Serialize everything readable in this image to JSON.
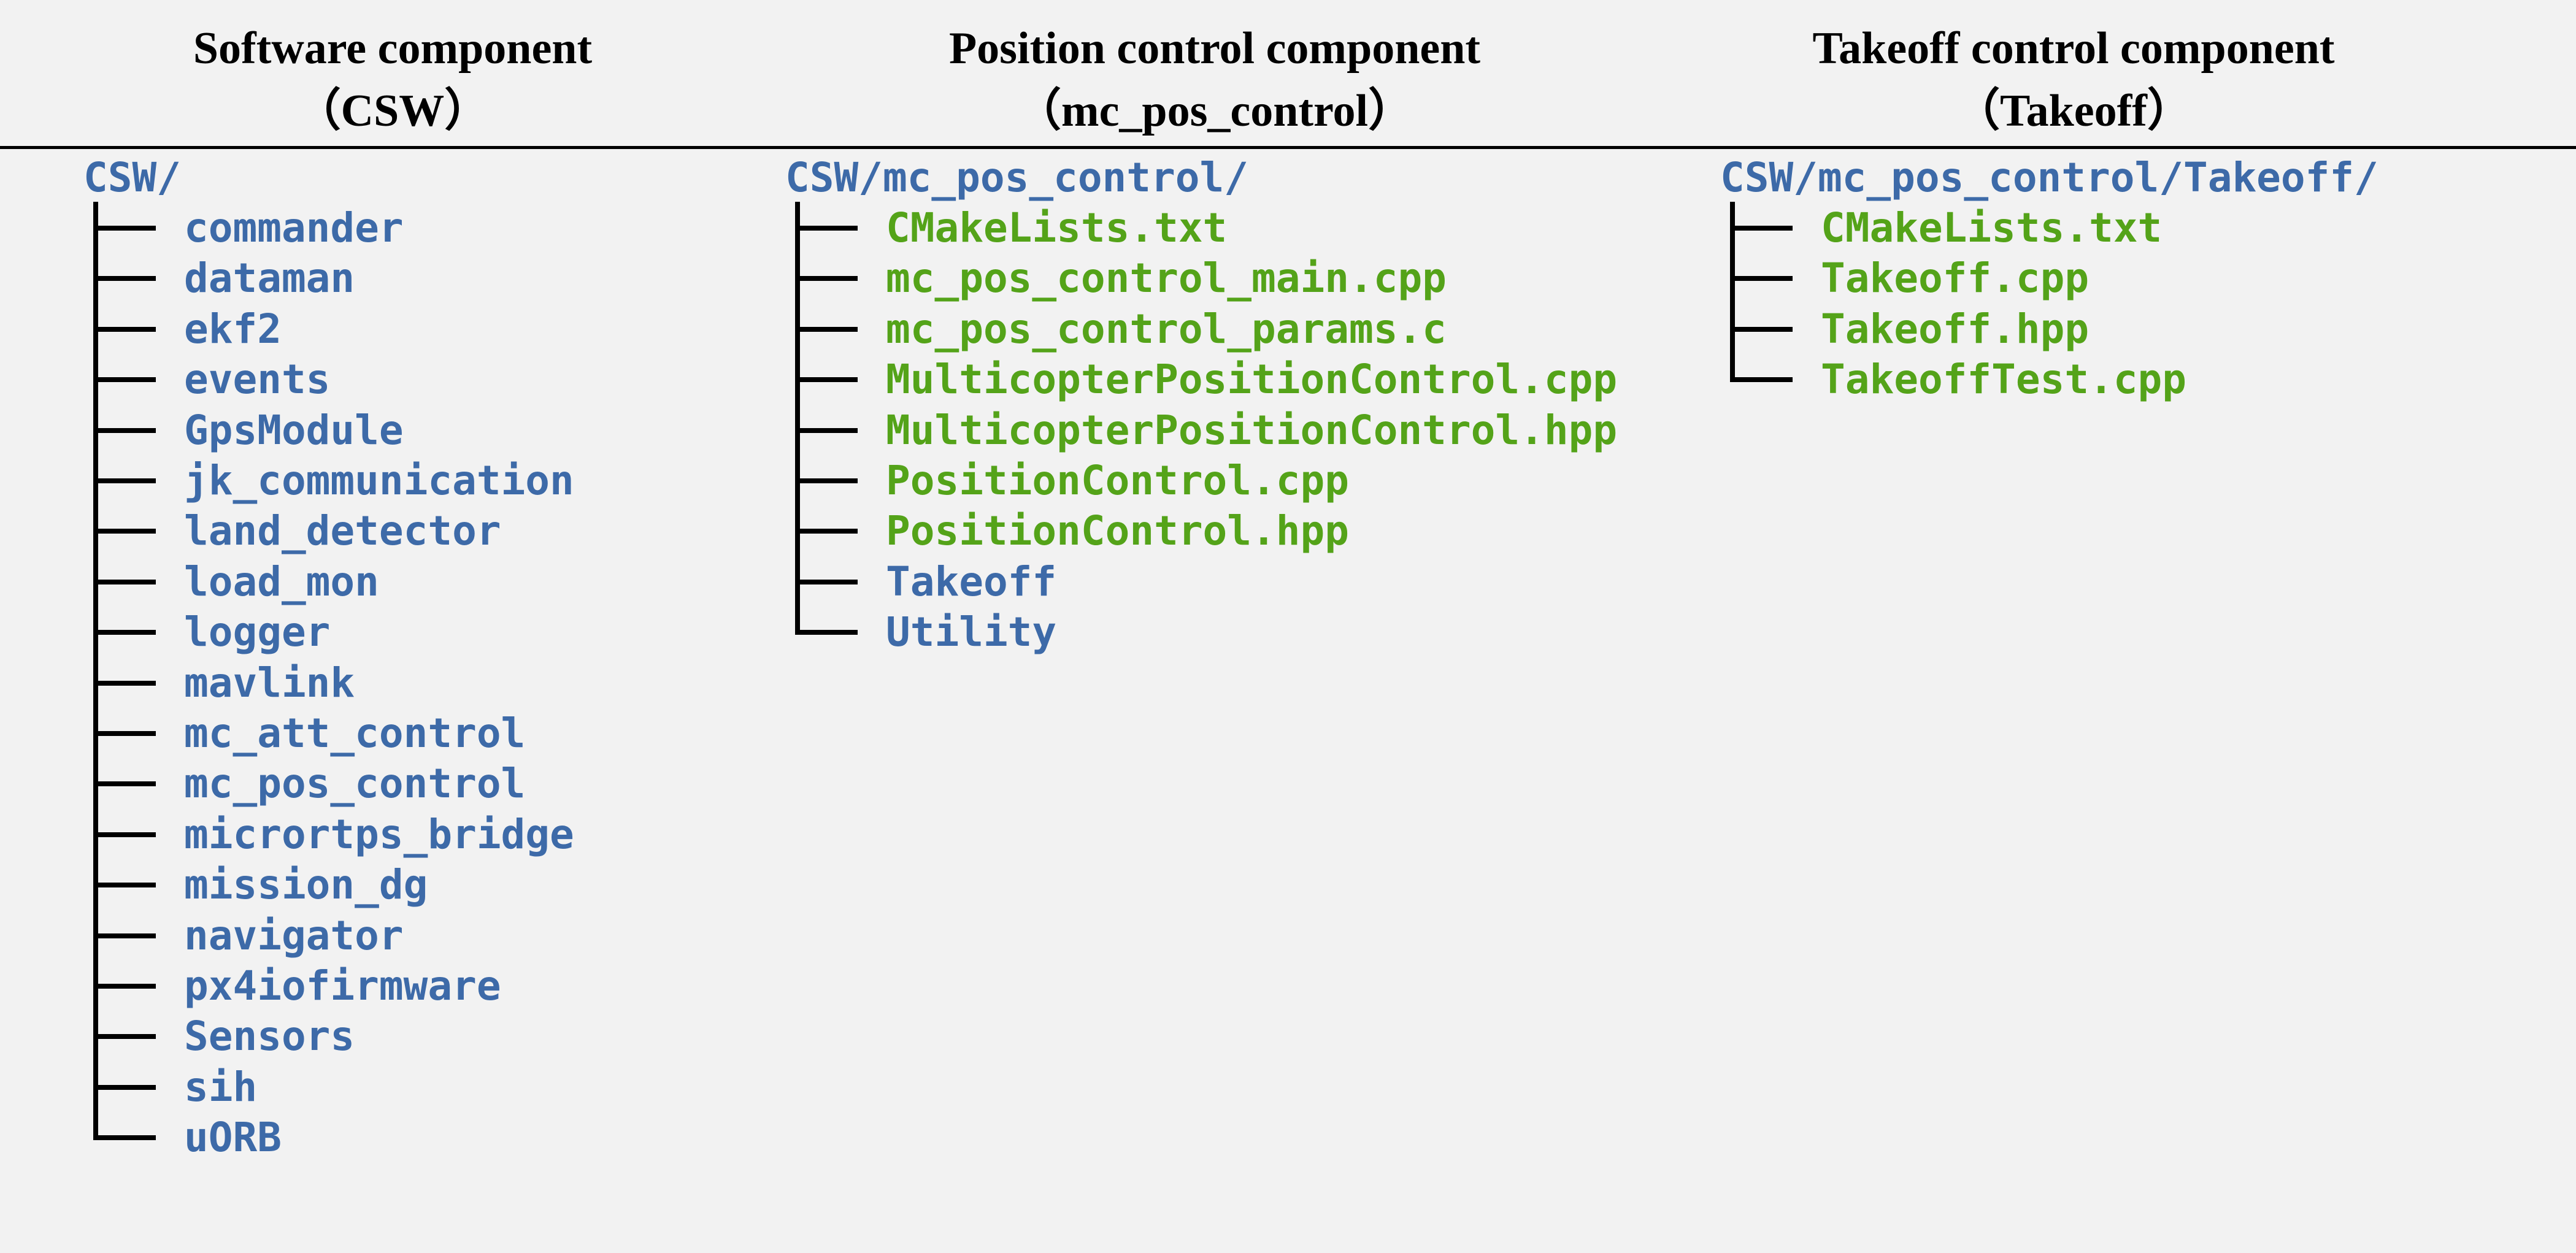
{
  "colors": {
    "directory": "#3d6aa8",
    "file": "#54a319",
    "background": "#f2f2f2",
    "lines": "#000000"
  },
  "columns": [
    {
      "title": "Software component",
      "subtitle": "（CSW）",
      "root": "CSW/",
      "items": [
        {
          "label": "commander",
          "kind": "directory"
        },
        {
          "label": "dataman",
          "kind": "directory"
        },
        {
          "label": "ekf2",
          "kind": "directory"
        },
        {
          "label": "events",
          "kind": "directory"
        },
        {
          "label": "GpsModule",
          "kind": "directory"
        },
        {
          "label": "jk_communication",
          "kind": "directory"
        },
        {
          "label": "land_detector",
          "kind": "directory"
        },
        {
          "label": "load_mon",
          "kind": "directory"
        },
        {
          "label": "logger",
          "kind": "directory"
        },
        {
          "label": "mavlink",
          "kind": "directory"
        },
        {
          "label": "mc_att_control",
          "kind": "directory"
        },
        {
          "label": "mc_pos_control",
          "kind": "directory"
        },
        {
          "label": "micrortps_bridge",
          "kind": "directory"
        },
        {
          "label": "mission_dg",
          "kind": "directory"
        },
        {
          "label": "navigator",
          "kind": "directory"
        },
        {
          "label": "px4iofirmware",
          "kind": "directory"
        },
        {
          "label": "Sensors",
          "kind": "directory"
        },
        {
          "label": "sih",
          "kind": "directory"
        },
        {
          "label": "uORB",
          "kind": "directory"
        }
      ]
    },
    {
      "title": "Position control component",
      "subtitle": "（mc_pos_control）",
      "root": "CSW/mc_pos_control/",
      "items": [
        {
          "label": "CMakeLists.txt",
          "kind": "file"
        },
        {
          "label": "mc_pos_control_main.cpp",
          "kind": "file"
        },
        {
          "label": "mc_pos_control_params.c",
          "kind": "file"
        },
        {
          "label": "MulticopterPositionControl.cpp",
          "kind": "file"
        },
        {
          "label": "MulticopterPositionControl.hpp",
          "kind": "file"
        },
        {
          "label": "PositionControl.cpp",
          "kind": "file"
        },
        {
          "label": "PositionControl.hpp",
          "kind": "file"
        },
        {
          "label": "Takeoff",
          "kind": "directory"
        },
        {
          "label": "Utility",
          "kind": "directory"
        }
      ]
    },
    {
      "title": "Takeoff control component",
      "subtitle": "（Takeoff）",
      "root": "CSW/mc_pos_control/Takeoff/",
      "items": [
        {
          "label": "CMakeLists.txt",
          "kind": "file"
        },
        {
          "label": "Takeoff.cpp",
          "kind": "file"
        },
        {
          "label": "Takeoff.hpp",
          "kind": "file"
        },
        {
          "label": "TakeoffTest.cpp",
          "kind": "file"
        }
      ]
    }
  ]
}
